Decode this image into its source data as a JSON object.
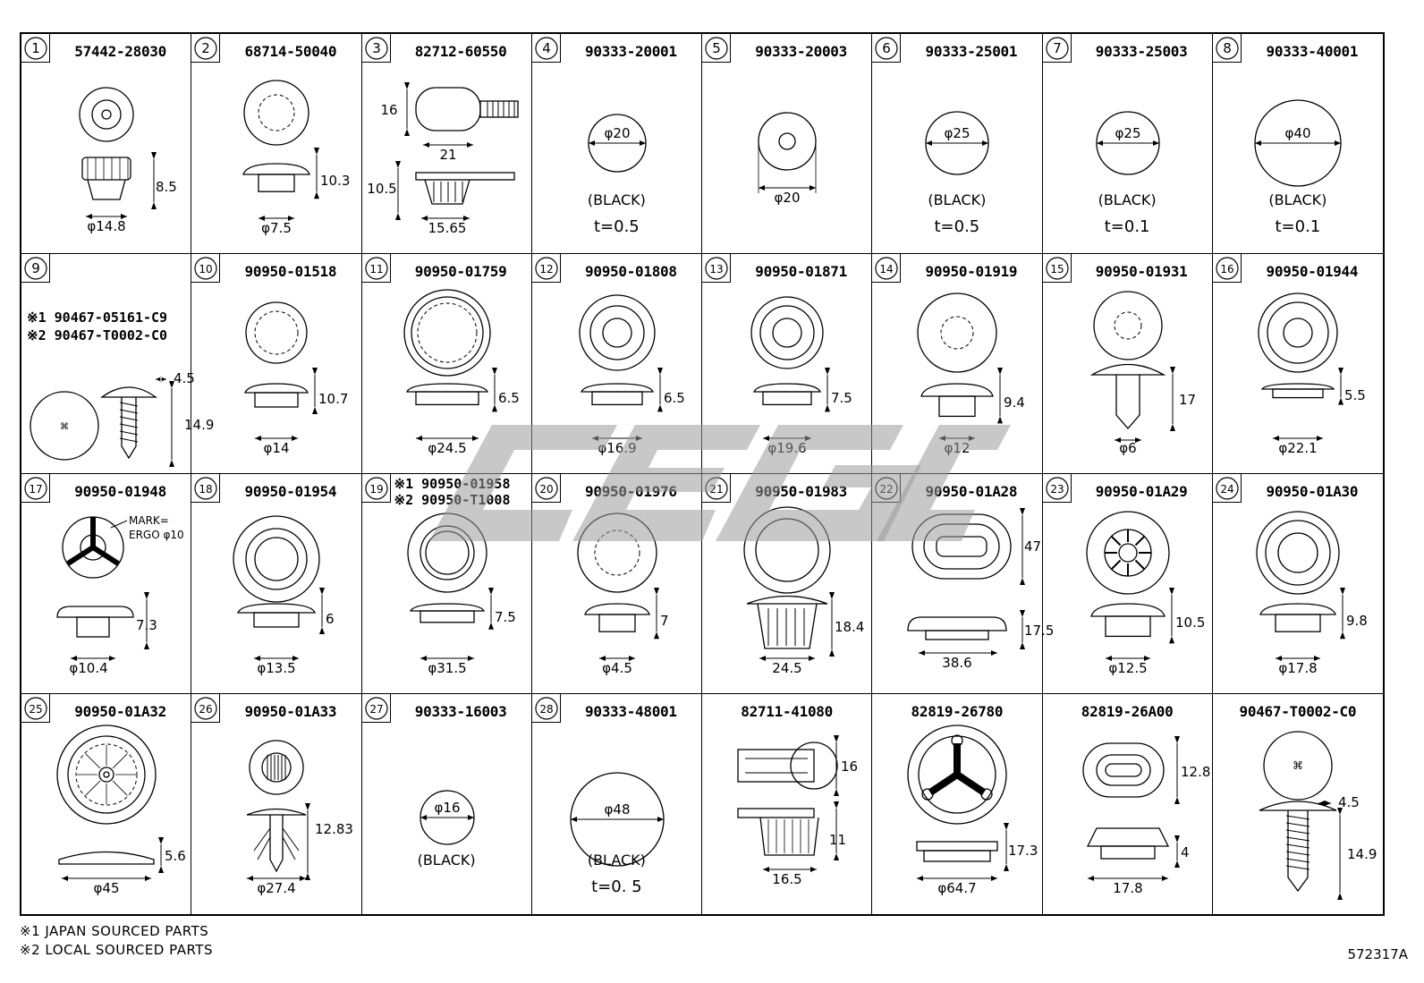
{
  "cells": [
    {
      "idx": "1",
      "pn": "57442-28030",
      "dims": [
        "8.5",
        "φ14.8"
      ]
    },
    {
      "idx": "2",
      "pn": "68714-50040",
      "dims": [
        "10.3",
        "φ7.5"
      ]
    },
    {
      "idx": "3",
      "pn": "82712-60550",
      "dims": [
        "16",
        "21",
        "10.5",
        "15.65"
      ]
    },
    {
      "idx": "4",
      "pn": "90333-20001",
      "dims": [
        "φ20"
      ],
      "note1": "(BLACK)",
      "note2": "t=0.5"
    },
    {
      "idx": "5",
      "pn": "90333-20003",
      "dims": [
        "φ20"
      ]
    },
    {
      "idx": "6",
      "pn": "90333-25001",
      "dims": [
        "φ25"
      ],
      "note1": "(BLACK)",
      "note2": "t=0.5"
    },
    {
      "idx": "7",
      "pn": "90333-25003",
      "dims": [
        "φ25"
      ],
      "note1": "(BLACK)",
      "note2": "t=0.1"
    },
    {
      "idx": "8",
      "pn": "90333-40001",
      "dims": [
        "φ40"
      ],
      "note1": "(BLACK)",
      "note2": "t=0.1"
    },
    {
      "idx": "9",
      "pn": "",
      "alt1": "※1 90467-05161-C9",
      "alt2": "※2 90467-T0002-C0",
      "dims": [
        "4.5",
        "14.9"
      ]
    },
    {
      "idx": "10",
      "pn": "90950-01518",
      "dims": [
        "10.7",
        "φ14"
      ]
    },
    {
      "idx": "11",
      "pn": "90950-01759",
      "dims": [
        "6.5",
        "φ24.5"
      ]
    },
    {
      "idx": "12",
      "pn": "90950-01808",
      "dims": [
        "6.5",
        "φ16.9"
      ]
    },
    {
      "idx": "13",
      "pn": "90950-01871",
      "dims": [
        "7.5",
        "φ19.6"
      ]
    },
    {
      "idx": "14",
      "pn": "90950-01919",
      "dims": [
        "9.4",
        "φ12"
      ]
    },
    {
      "idx": "15",
      "pn": "90950-01931",
      "dims": [
        "17",
        "φ6"
      ]
    },
    {
      "idx": "16",
      "pn": "90950-01944",
      "dims": [
        "5.5",
        "φ22.1"
      ]
    },
    {
      "idx": "17",
      "pn": "90950-01948",
      "dims": [
        "7.3",
        "φ10.4"
      ],
      "mark1": "MARK=",
      "mark2": "ERGO φ10"
    },
    {
      "idx": "18",
      "pn": "90950-01954",
      "dims": [
        "6",
        "φ13.5"
      ]
    },
    {
      "idx": "19",
      "pn": "",
      "alt1": "※1 90950-01958",
      "alt2": "※2 90950-T1008",
      "dims": [
        "7.5",
        "φ31.5"
      ]
    },
    {
      "idx": "20",
      "pn": "90950-01976",
      "dims": [
        "7",
        "φ4.5"
      ]
    },
    {
      "idx": "21",
      "pn": "90950-01983",
      "dims": [
        "18.4",
        "24.5"
      ]
    },
    {
      "idx": "22",
      "pn": "90950-01A28",
      "dims": [
        "47",
        "17.5",
        "38.6"
      ]
    },
    {
      "idx": "23",
      "pn": "90950-01A29",
      "dims": [
        "10.5",
        "φ12.5"
      ]
    },
    {
      "idx": "24",
      "pn": "90950-01A30",
      "dims": [
        "9.8",
        "φ17.8"
      ]
    },
    {
      "idx": "25",
      "pn": "90950-01A32",
      "dims": [
        "5.6",
        "φ45"
      ]
    },
    {
      "idx": "26",
      "pn": "90950-01A33",
      "dims": [
        "12.83",
        "φ27.4"
      ]
    },
    {
      "idx": "27",
      "pn": "90333-16003",
      "dims": [
        "φ16"
      ],
      "note1": "(BLACK)"
    },
    {
      "idx": "28",
      "pn": "90333-48001",
      "dims": [
        "φ48"
      ],
      "note1": "(BLACK)",
      "note2": "t=0. 5"
    },
    {
      "idx": "",
      "pn": "82711-41080",
      "dims": [
        "16",
        "11",
        "16.5"
      ]
    },
    {
      "idx": "",
      "pn": "82819-26780",
      "dims": [
        "17.3",
        "φ64.7"
      ]
    },
    {
      "idx": "",
      "pn": "82819-26A00",
      "dims": [
        "12.8",
        "4",
        "17.8"
      ]
    },
    {
      "idx": "",
      "pn": "90467-T0002-C0",
      "dims": [
        "4.5",
        "14.9"
      ]
    }
  ],
  "footnotes": {
    "n1": "※1 JAPAN SOURCED PARTS",
    "n2": "※2 LOCAL SOURCED PARTS"
  },
  "ref": "572317A"
}
